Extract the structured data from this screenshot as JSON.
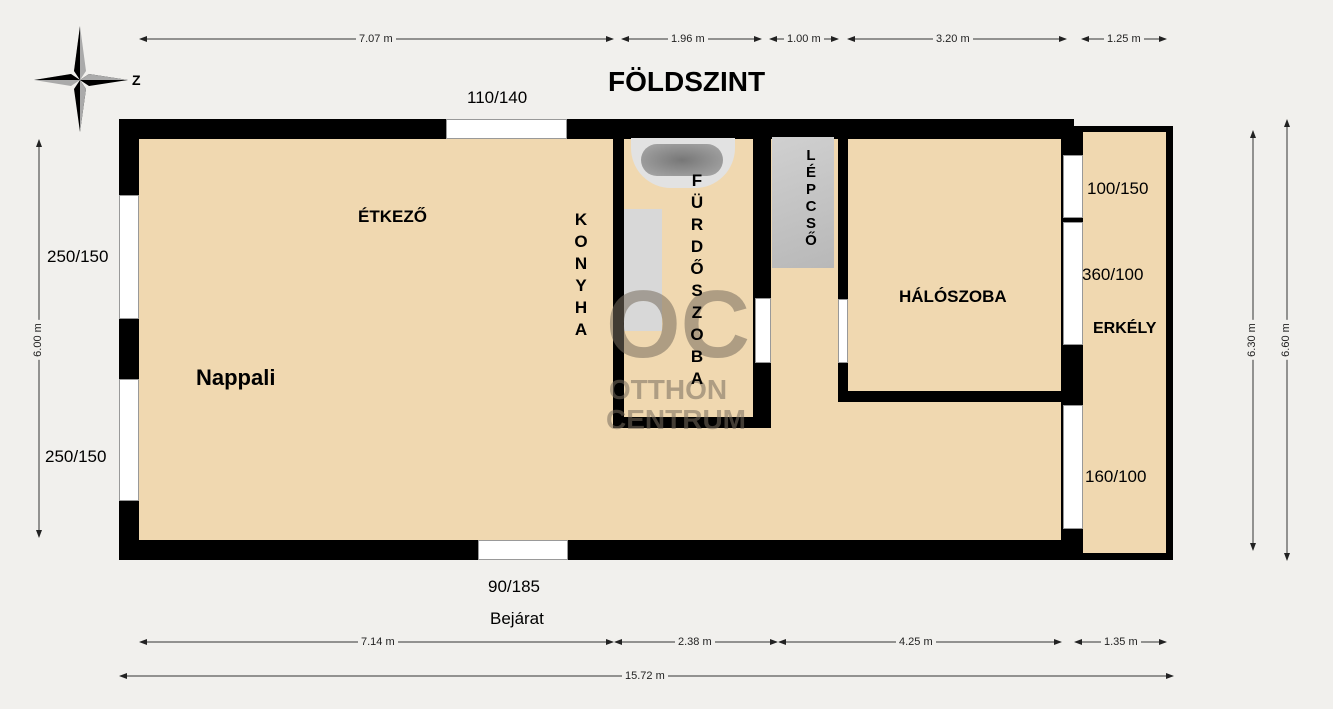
{
  "title": "FÖLDSZINT",
  "compass": {
    "icon": "compass-rose-icon",
    "label": "Z"
  },
  "top_dimensions": [
    "7.07 m",
    "1.96 m",
    "1.00 m",
    "3.20 m",
    "1.25 m"
  ],
  "bottom_dimensions": [
    "7.14 m",
    "2.38 m",
    "4.25 m",
    "1.35 m"
  ],
  "total_width": "15.72 m",
  "left_height": "6.00 m",
  "right_heights": [
    "6.30 m",
    "6.60 m"
  ],
  "rooms": {
    "nappali": "Nappali",
    "etkezo": "ÉTKEZŐ",
    "konyha": "KONYHA",
    "furdoszoba": "FÜRDŐSZOBA",
    "lepcso": "LÉPCSŐ",
    "haloszoba": "HÁLÓSZOBA",
    "erkely": "ERKÉLY"
  },
  "openings": {
    "top_window": "110/140",
    "left_window_1": "250/150",
    "left_window_2": "250/150",
    "right_window_1": "100/150",
    "right_window_2": "360/100",
    "right_window_3": "160/100",
    "entrance_size": "90/185",
    "entrance_label": "Bejárat"
  },
  "watermark": {
    "logo": "OC",
    "line1": "OTTHON",
    "line2": "CENTRUM"
  },
  "colors": {
    "floor": "#f0d8b0",
    "wall": "#000000",
    "background": "#f1f0ed",
    "stairs": "#c4c4c4"
  }
}
